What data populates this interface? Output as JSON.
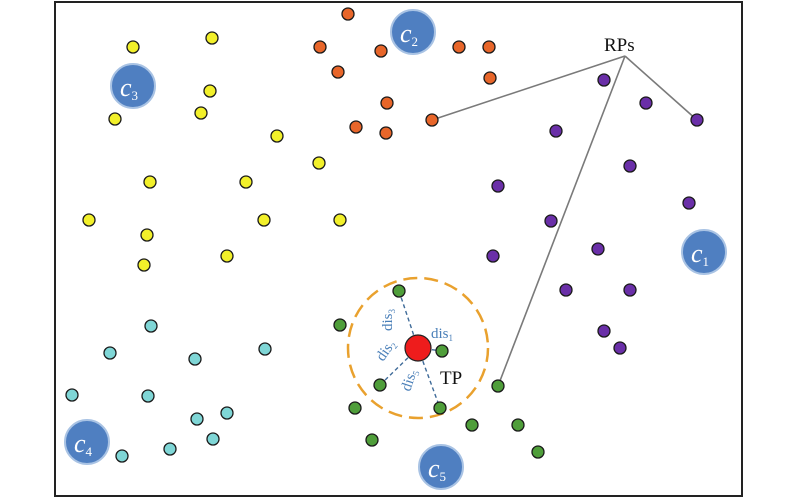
{
  "labels": {
    "rps": "RPs",
    "tp": "TP"
  },
  "clusters": [
    {
      "letter": "c",
      "sub": "1"
    },
    {
      "letter": "c",
      "sub": "2"
    },
    {
      "letter": "c",
      "sub": "3"
    },
    {
      "letter": "c",
      "sub": "4"
    },
    {
      "letter": "c",
      "sub": "5"
    }
  ],
  "distances": [
    {
      "base": "dis",
      "sub": "1"
    },
    {
      "base": "dis",
      "sub": "2"
    },
    {
      "base": "dis",
      "sub": "3"
    },
    {
      "base": "dis",
      "sub": "5"
    }
  ],
  "colors": {
    "purple": "#6a2fa8",
    "orange": "#e8662a",
    "yellow": "#f2f02a",
    "cyan": "#7fd6d6",
    "green": "#4f9e3a",
    "tp_red": "#ee1c1c",
    "cluster_bubble": "#4f7fc1",
    "dashed_circle": "#e9a12e",
    "pointer_line": "#7a7a7a"
  }
}
